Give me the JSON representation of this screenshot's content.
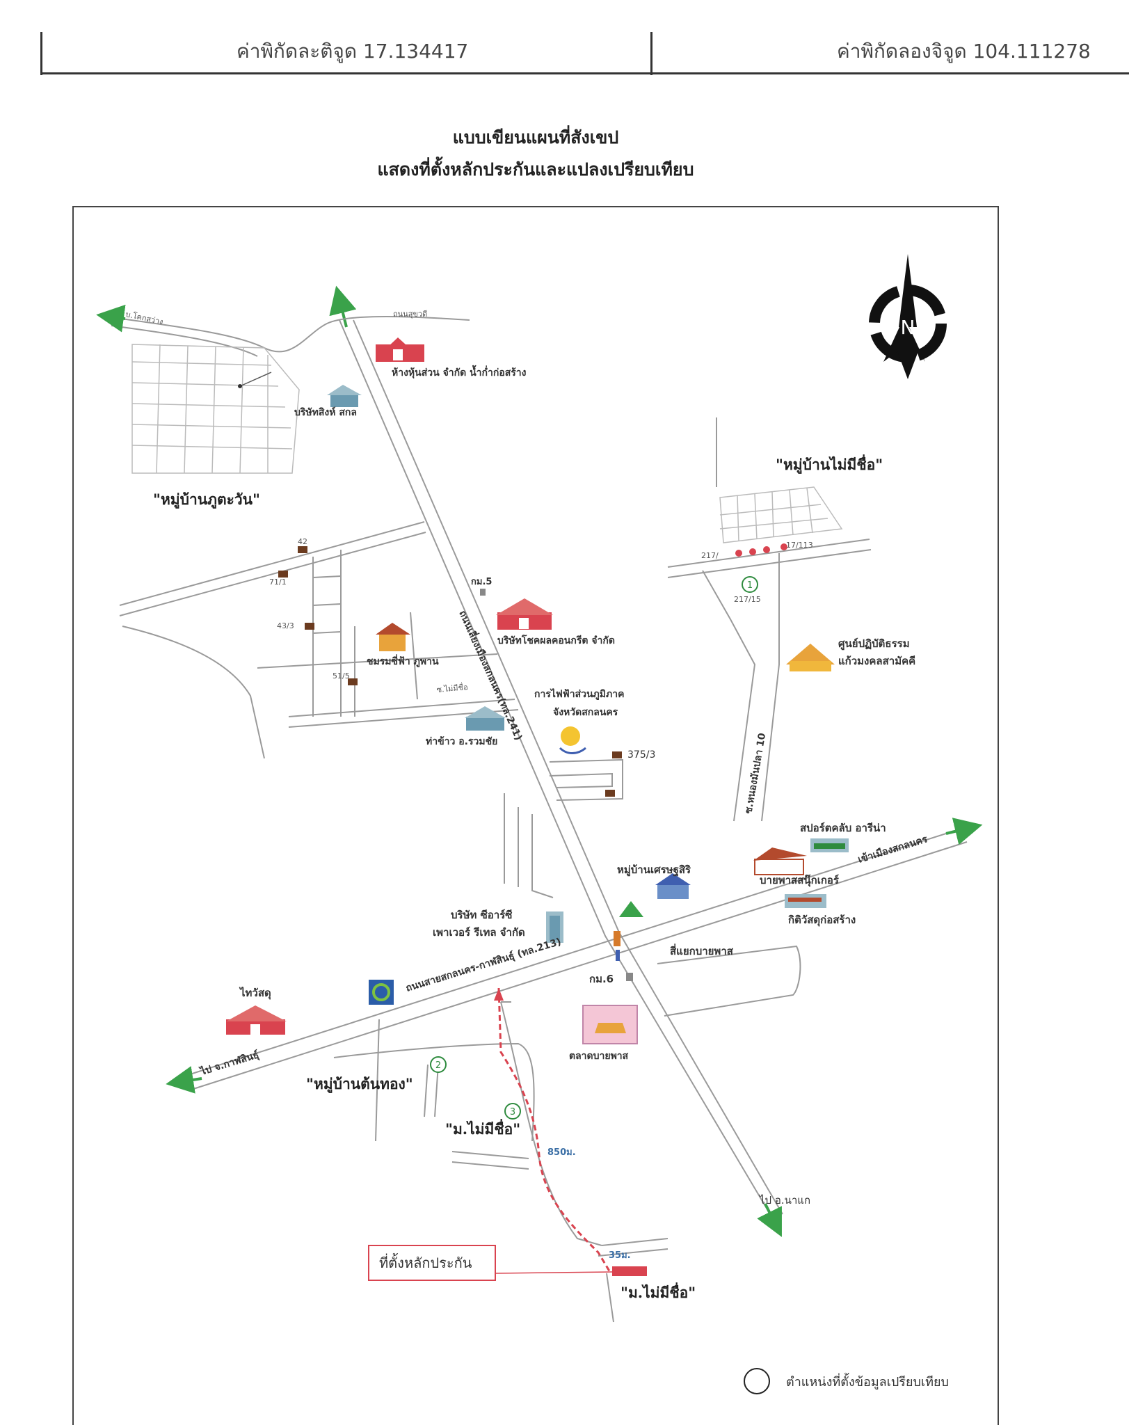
{
  "header": {
    "latitude_text": "ค่าพิกัดละติจูด 17.134417",
    "longitude_text": "ค่าพิกัดลองจิจูด 104.111278"
  },
  "title": {
    "line1": "แบบเขียนแผนที่สังเขป",
    "line2": "แสดงที่ตั้งหลักประกันและแปลงเปรียบเทียบ"
  },
  "compass": {
    "letter": "N"
  },
  "roads": {
    "khok_sawang": "บ.โคกสว่าง",
    "suksawat": "ถนนสุขวดี",
    "main_road": "ถนนเลี่ยงเมืองสกลนคร(ทล.241)",
    "kalasin_road": "ถนนสายสกลนคร-กาฬสินธุ์ (ทล.213)",
    "nong_mon_pla": "ซ.หนองมันปลา 10",
    "mai_mi_chue_soi": "ซ.ไม่มีชื่อ",
    "to_city": "เข้าเมืองสกลนคร",
    "to_kalasin": "ไป จ.กาฬสินธุ์",
    "to_na_kae": "ไป อ.นาแก"
  },
  "villages": {
    "phu_tawan": "\"หมู่บ้านภูตะวัน\"",
    "mai_mi_chue_ne": "\"หมู่บ้านไม่มีชื่อ\"",
    "ton_thong": "\"หมู่บ้านต้นทอง\"",
    "mai_mi_chue_sw": "\"ม.ไม่มีชื่อ\"",
    "mai_mi_chue_s": "\"ม.ไม่มีชื่อ\"",
    "setthasiri": "หมู่บ้านเศรษฐสิริ"
  },
  "places": {
    "namkam": "ห้างหุ้นส่วน จำกัด น้ำก่ำก่อสร้าง",
    "singh": "บริษัทสิงห์ สกล",
    "concrete": "บริษัทโชคผลคอนกรีต จำกัด",
    "chomrom": "ชมรมซี่ฟ้า ภูพาน",
    "pea_line1": "การไฟฟ้าส่วนภูมิภาค",
    "pea_line2": "จังหวัดสกลนคร",
    "rice_mill": "ท่าข้าว อ.รวมชัย",
    "center_line1": "ศูนย์ปฏิบัติธรรม",
    "center_line2": "แก้วมงคลสามัคคี",
    "sport_club": "สปอร์ตคลับ อารีน่า",
    "bypass_hunter": "บายพาสสนุ๊กเกอร์",
    "kitti": "กิติวัสดุก่อสร้าง",
    "csr_line1": "บริษัท ซีอาร์ซี",
    "csr_line2": "เพาเวอร์ รีเทล จำกัด",
    "intersection": "สี่แยกบายพาส",
    "km6": "กม.6",
    "km5": "กม.5",
    "thaiwatsadu": "ไทวัสดุ",
    "market": "ตลาดบายพาส"
  },
  "house_numbers": {
    "h42": "42",
    "h71_1": "71/1",
    "h43_3": "43/3",
    "h51_5": "51/5",
    "h375_3": "375/3",
    "h217_a": "217/",
    "h217_b": "17/113",
    "h217_15": "217/15"
  },
  "markers": {
    "m1": "1",
    "m2": "2",
    "m3": "3"
  },
  "distances": {
    "d850": "850ม.",
    "d35": "35ม."
  },
  "collateral_label": "ที่ตั้งหลักประกัน",
  "legend_text": "ตำแหน่งที่ตั้งข้อมูลเปรียบเทียบ",
  "colors": {
    "road": "#9a9a9a",
    "arrow": "#3aa24a",
    "route": "#d9434f",
    "marker": "#2e8b3e",
    "building": "#d9434f"
  }
}
